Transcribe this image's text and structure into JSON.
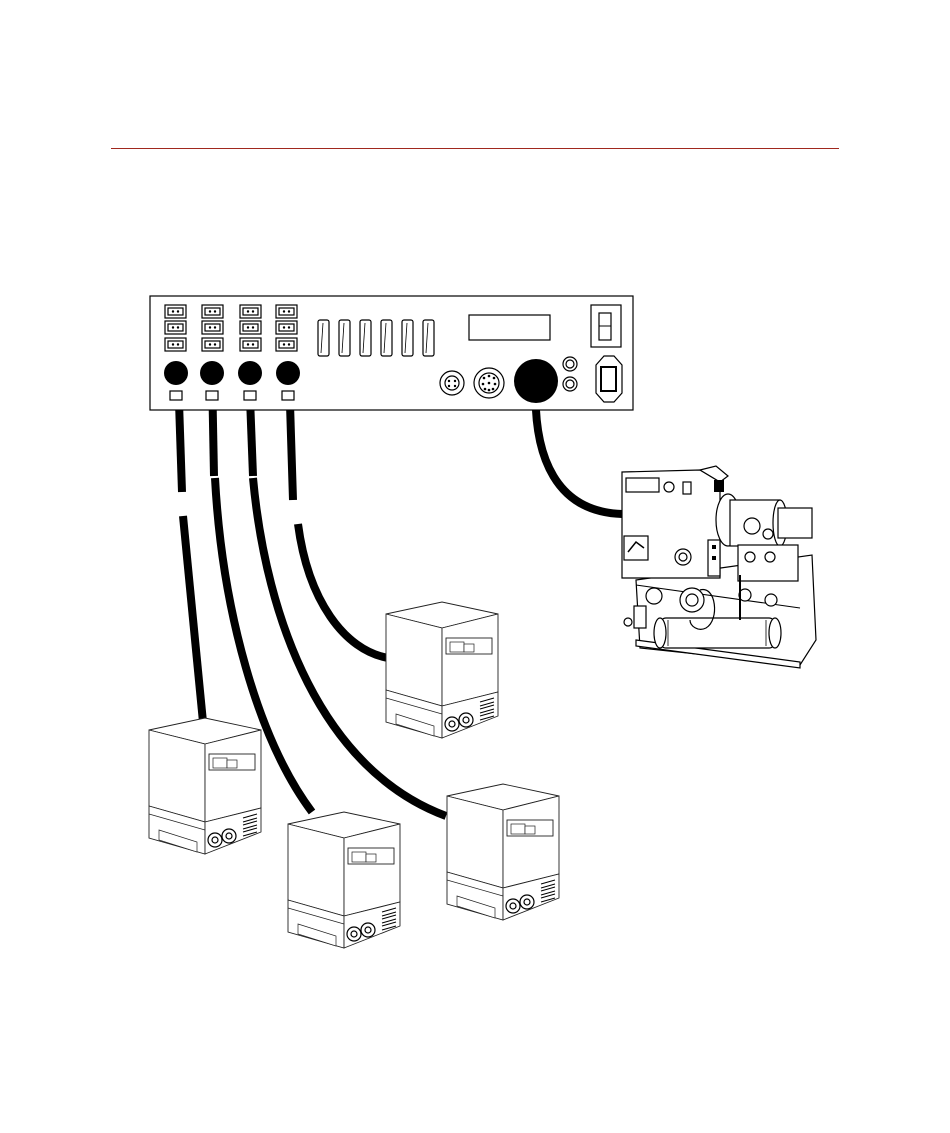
{
  "page": {
    "rule_color": "#a0281e"
  },
  "diagram": {
    "controller": {
      "name": "control-unit",
      "connector_icons": [
        "plug-socket-icon",
        "plug-socket-icon",
        "plug-socket-icon"
      ],
      "display_icon": "display-window-icon",
      "power_icon": "power-inlet-icon"
    },
    "heaters": [
      {
        "name": "heater-unit-1",
        "icon": "heater-unit-icon"
      },
      {
        "name": "heater-unit-2",
        "icon": "heater-unit-icon"
      },
      {
        "name": "heater-unit-3",
        "icon": "heater-unit-icon"
      },
      {
        "name": "heater-unit-4",
        "icon": "heater-unit-icon"
      }
    ],
    "machine": {
      "name": "hydraulic-machine",
      "icon": "hydraulic-power-unit-icon"
    },
    "cables": [
      "zone-cable-1",
      "zone-cable-2",
      "zone-cable-3",
      "zone-cable-4",
      "main-cable"
    ]
  }
}
